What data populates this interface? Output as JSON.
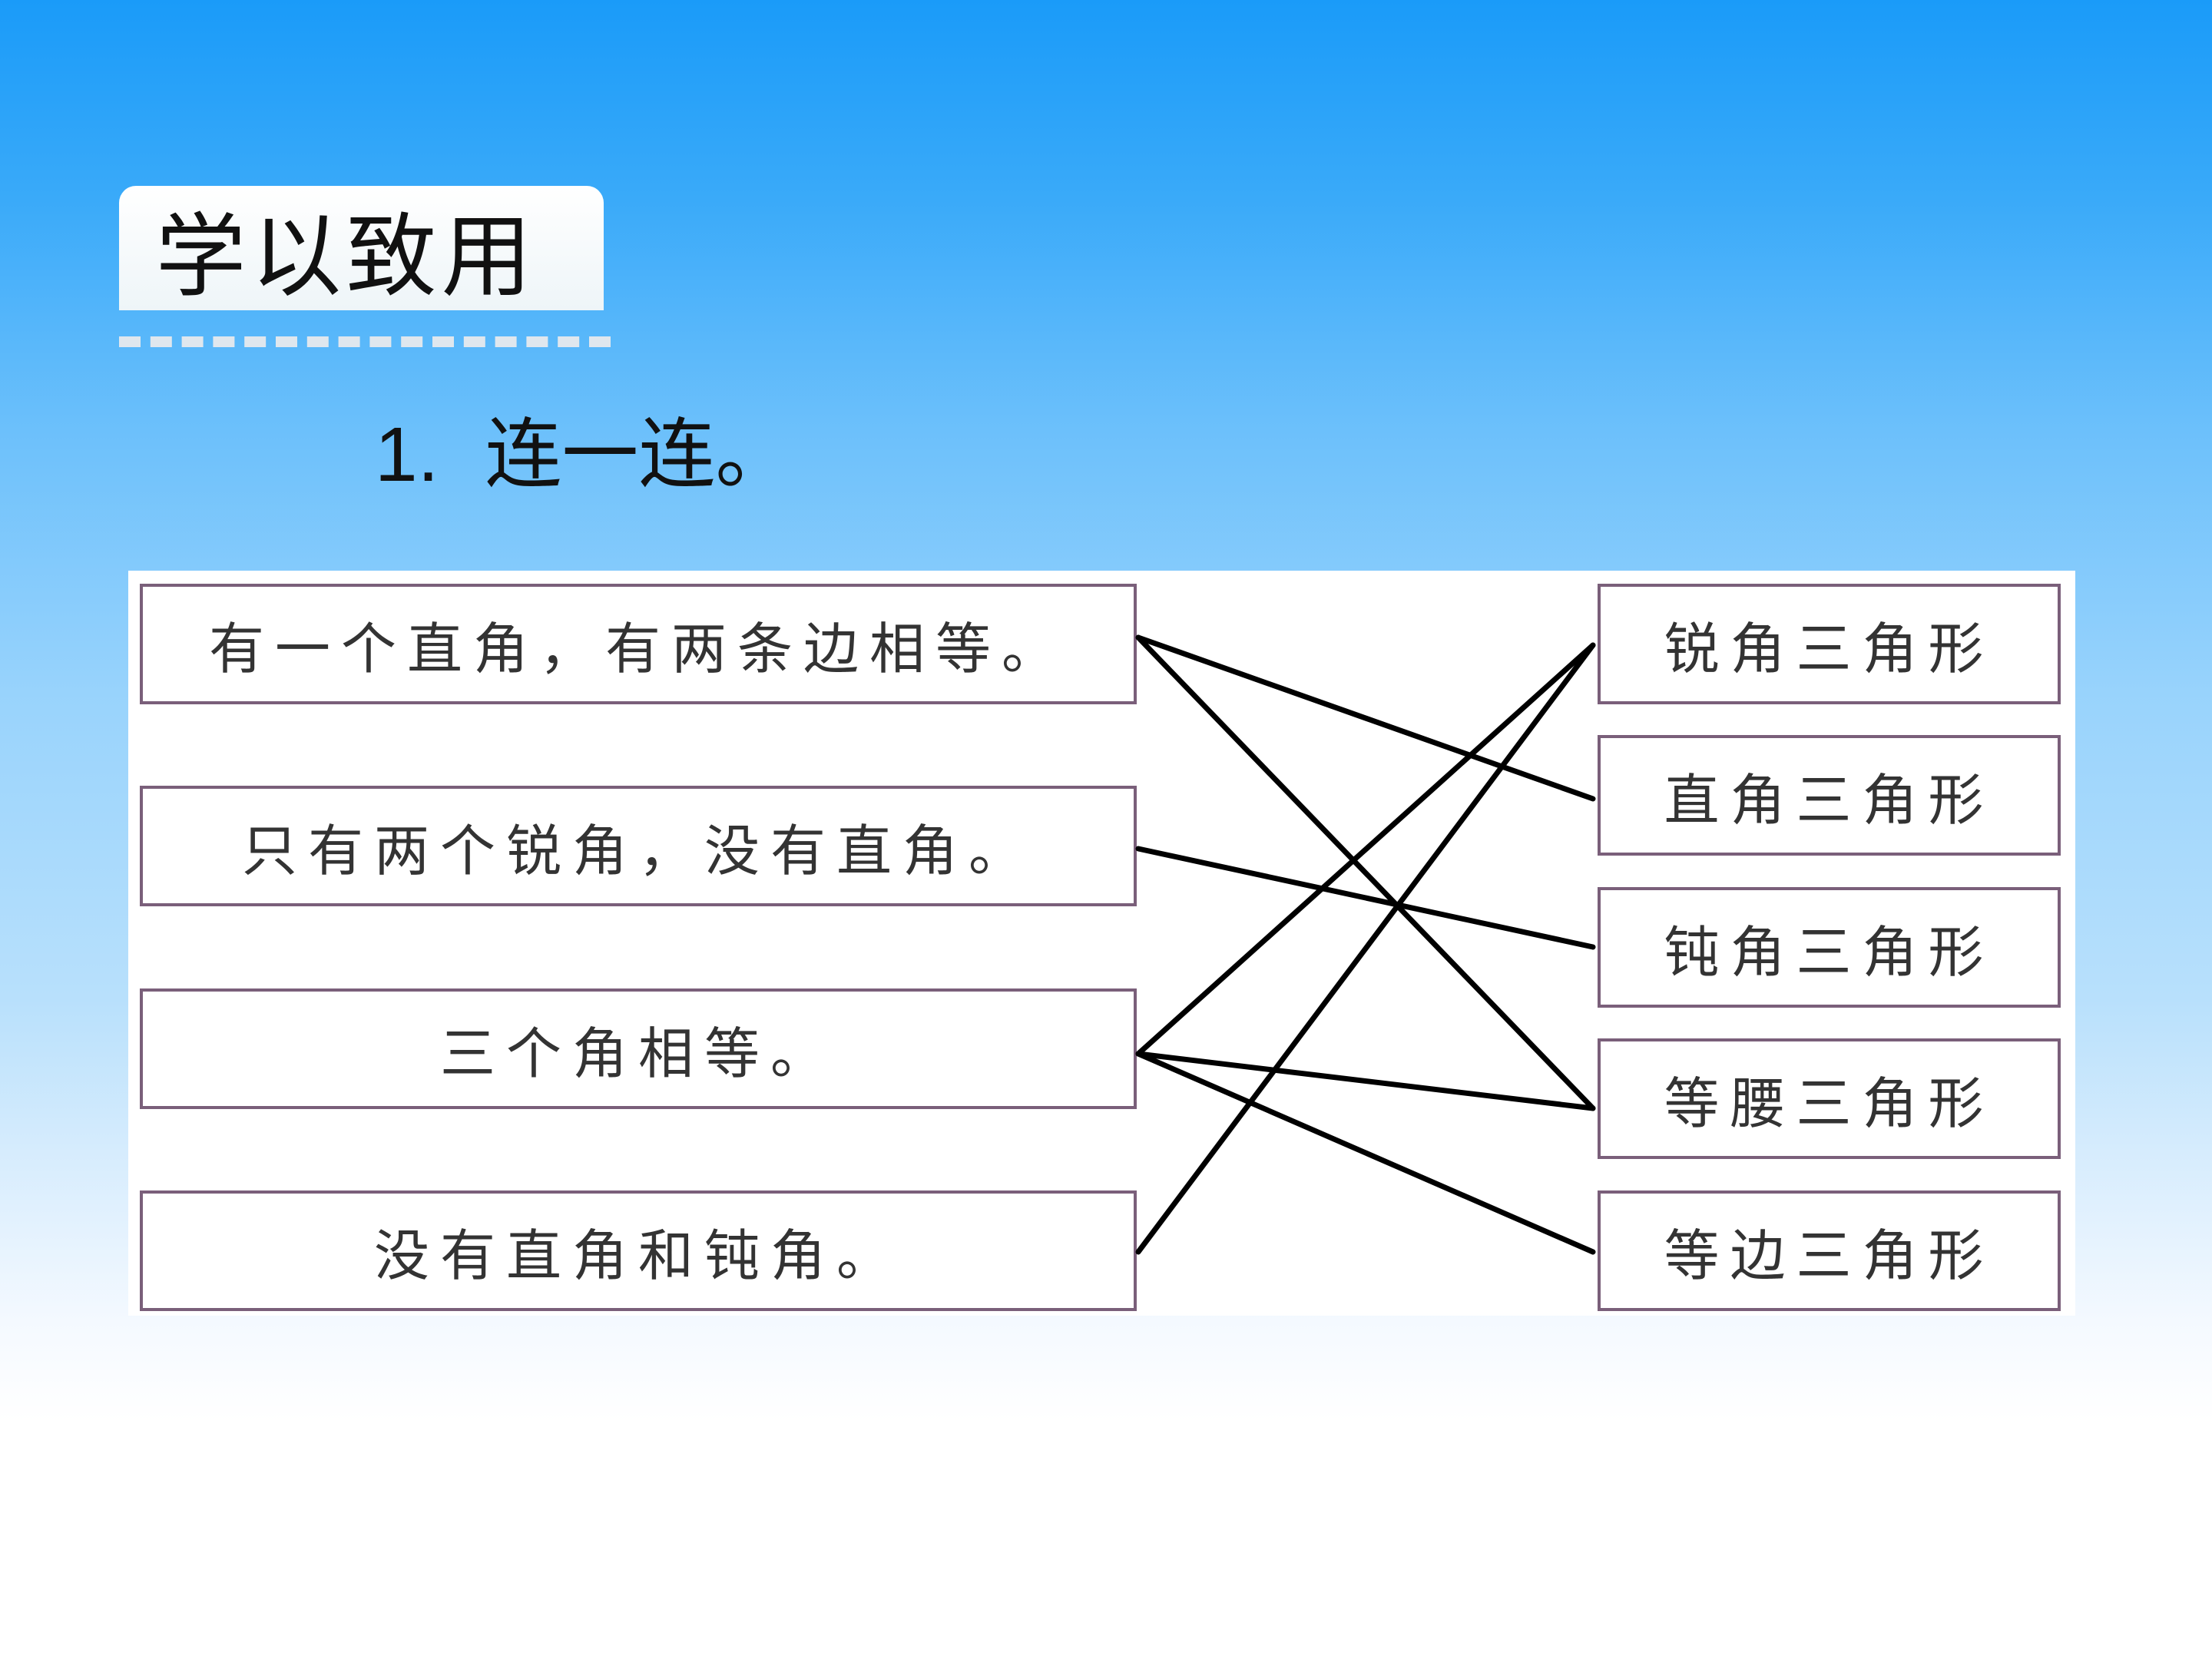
{
  "header": {
    "section_title": "学以致用"
  },
  "question": {
    "number": "1.",
    "prompt": "连一连。"
  },
  "left_items": [
    "有一个直角，有两条边相等。",
    "只有两个锐角，没有直角。",
    "三个角相等。",
    "没有直角和钝角。"
  ],
  "right_items": [
    "锐角三角形",
    "直角三角形",
    "钝角三角形",
    "等腰三角形",
    "等边三角形"
  ],
  "connections": [
    {
      "from": "有一个直角，有两条边相等。",
      "to": "直角三角形"
    },
    {
      "from": "有一个直角，有两条边相等。",
      "to": "等腰三角形"
    },
    {
      "from": "只有两个锐角，没有直角。",
      "to": "钝角三角形"
    },
    {
      "from": "三个角相等。",
      "to": "锐角三角形"
    },
    {
      "from": "三个角相等。",
      "to": "等腰三角形"
    },
    {
      "from": "三个角相等。",
      "to": "等边三角形"
    },
    {
      "from": "没有直角和钝角。",
      "to": "锐角三角形"
    }
  ],
  "line_color": "#000000"
}
